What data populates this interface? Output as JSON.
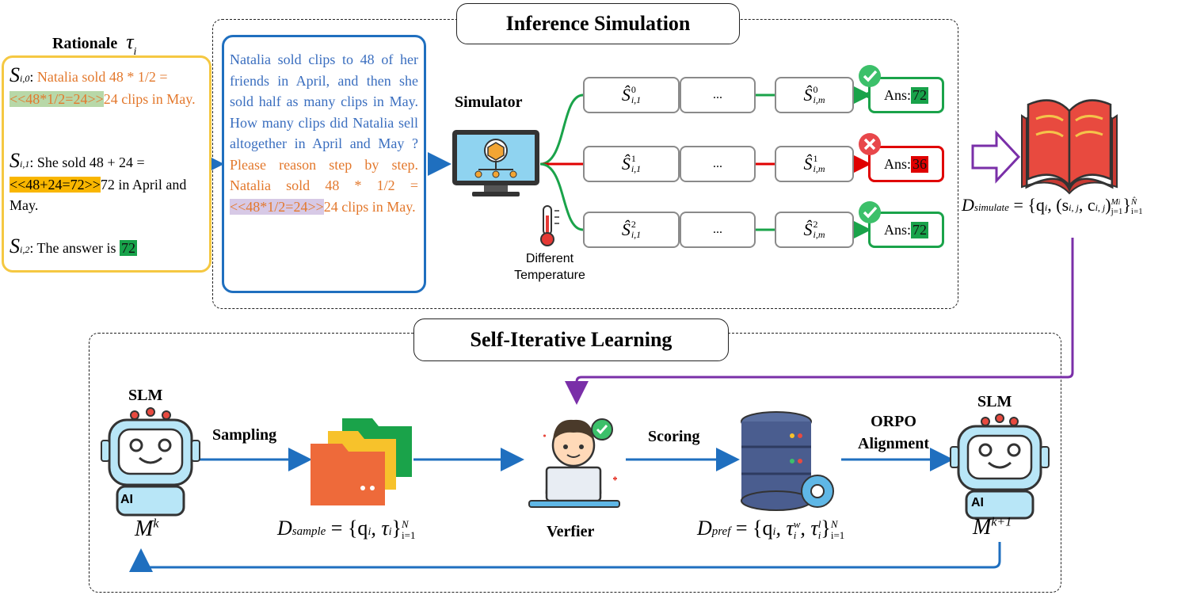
{
  "sections": {
    "inference_title": "Inference Simulation",
    "self_iterative_title": "Self-Iterative Learning"
  },
  "rationale": {
    "header": "Rationale",
    "header_symbol": "τ",
    "header_sub": "i",
    "s0_label": "S",
    "s0_sub": "i,0",
    "s0_text_a": "Natalia sold 48 * 1/2 = ",
    "s0_highlight": "<<48*1/2=24>>",
    "s0_text_b": "24 clips in May.",
    "s1_label": "S",
    "s1_sub": "i,1",
    "s1_text_a": ": She sold 48 + 24 = ",
    "s1_highlight": "<<48+24=72>>",
    "s1_text_b": "72 in April and May.",
    "s2_label": "S",
    "s2_sub": "i,2",
    "s2_text_a": ": The answer is ",
    "s2_answer": "72"
  },
  "question": {
    "text": "Natalia sold clips to 48 of her friends in April, and then she sold half as many clips in May. How many clips did Natalia sell altogether in April and May ?",
    "prompt_a": "Please reason step by step. Natalia sold 48 * 1/2 = ",
    "prompt_highlight": "<<48*1/2=24>>",
    "prompt_b": "24 clips in May."
  },
  "simulator": {
    "label": "Simulator",
    "temp_label_1": "Different",
    "temp_label_2": "Temperature"
  },
  "rows": [
    {
      "first_sup": "0",
      "first_sub": "i,1",
      "middle": "...",
      "last_sup": "0",
      "last_sub": "i,m",
      "ans_label": "Ans:",
      "ans_value": "72",
      "status": "correct"
    },
    {
      "first_sup": "1",
      "first_sub": "i,1",
      "middle": "...",
      "last_sup": "1",
      "last_sub": "i,m",
      "ans_label": "Ans:",
      "ans_value": "36",
      "status": "wrong"
    },
    {
      "first_sup": "2",
      "first_sub": "i,1",
      "middle": "...",
      "last_sup": "2",
      "last_sub": "i,m",
      "ans_label": "Ans:",
      "ans_value": "72",
      "status": "correct"
    }
  ],
  "d_simulate": {
    "name": "D",
    "sub": "simulate",
    "formula": "= {q",
    "formula_sub": "i",
    "formula_b": ", (s",
    "s_sub": "i, j",
    "formula_c": ", c",
    "c_sub": "i, j",
    "formula_d": ")",
    "upper": "M",
    "upper_sub": "i",
    "lower": "j=1",
    "close": "}",
    "outer_upper": "N̂",
    "outer_lower": "i=1"
  },
  "slm_left": {
    "label": "SLM",
    "model": "M",
    "model_sup": "k",
    "ai_badge": "AI"
  },
  "slm_right": {
    "label": "SLM",
    "model": "M",
    "model_sup": "k+1",
    "ai_badge": "AI"
  },
  "sampling": {
    "label": "Sampling"
  },
  "d_sample": {
    "name": "D",
    "sub": "sample",
    "formula": "= {q",
    "q_sub": "i",
    "formula_b": ", τ",
    "t_sub": "i",
    "close": "}",
    "upper": "N",
    "lower": "i=1"
  },
  "verifier": {
    "label": "Verfier"
  },
  "scoring": {
    "label": "Scoring"
  },
  "d_pref": {
    "name": "D",
    "sub": "pref",
    "formula": "= {q",
    "q_sub": "i",
    "formula_b": ", τ",
    "tw_sup": "w",
    "tw_sub": "i",
    "formula_c": ", τ",
    "tl_sup": "l",
    "tl_sub": "i",
    "close": "}",
    "upper": "N",
    "lower": "i=1"
  },
  "orpo": {
    "label_1": "ORPO",
    "label_2": "Alignment"
  },
  "colors": {
    "blue": "#1f6fbf",
    "green": "#1aa34a",
    "red": "#e00000",
    "purple": "#7a2fa8",
    "yellow": "#f5c842",
    "orange": "#e3782c"
  }
}
